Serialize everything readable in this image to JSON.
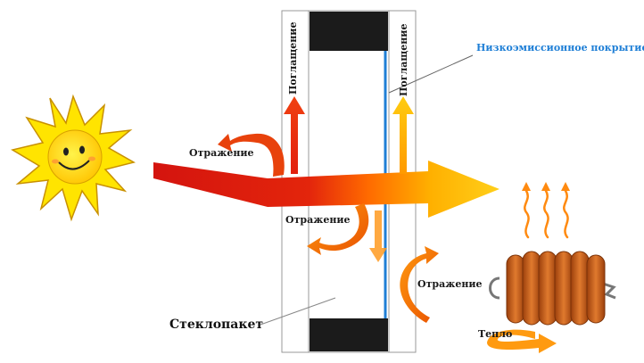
{
  "labels": {
    "absorption_left": "Поглащение",
    "absorption_right": "Поглащение",
    "lowe_coating": "Низкоэмиссионное покрытие",
    "reflection_top": "Отражение",
    "reflection_mid": "Отражение",
    "reflection_right": "Отражение",
    "glass_unit": "Стеклопакет",
    "heat": "Тепло"
  },
  "colors": {
    "sun_fill": "#ffd000",
    "sun_outline": "#c89000",
    "arrow_red": "#d21a10",
    "arrow_orange": "#ff7a00",
    "arrow_yellow": "#ffc800",
    "coating_blue": "#1f7fd6",
    "frame_black": "#1a1a1a",
    "radiator": "#c8621e"
  },
  "icons": [
    "sun-icon",
    "radiator-icon",
    "heat-wave-icon"
  ]
}
